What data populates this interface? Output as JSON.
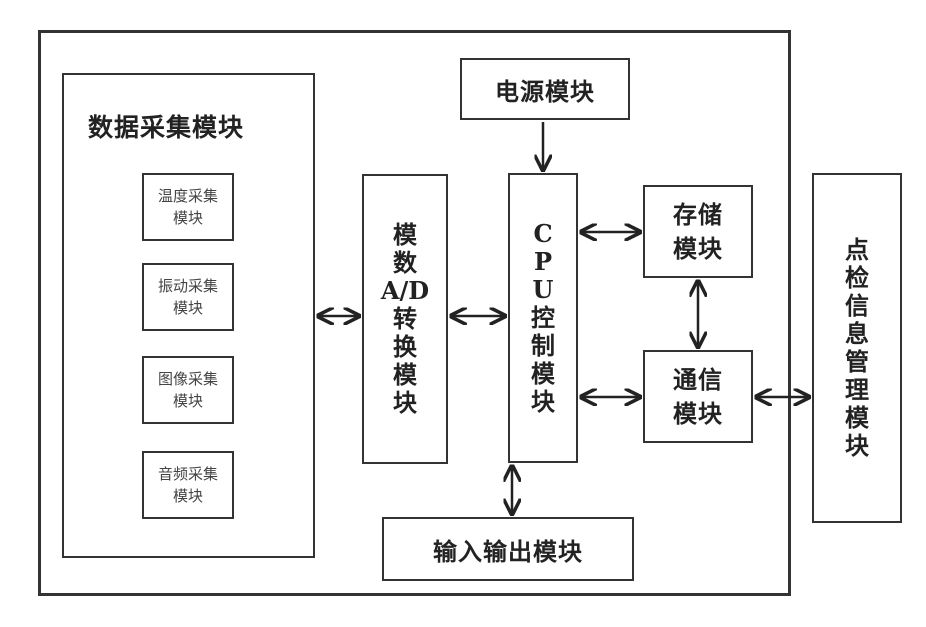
{
  "diagram": {
    "data_acquisition": {
      "title": "数据采集模块",
      "sub_modules": [
        "温度采集模块",
        "振动采集模块",
        "图像采集模块",
        "音频采集模块"
      ]
    },
    "ad_converter": "模数A/D转换模块",
    "power": "电源模块",
    "cpu": "CPU控制模块",
    "storage": "存储模块",
    "comm": "通信模块",
    "io": "输入输出模块",
    "inspection_mgmt": "点检信息管理模块"
  }
}
